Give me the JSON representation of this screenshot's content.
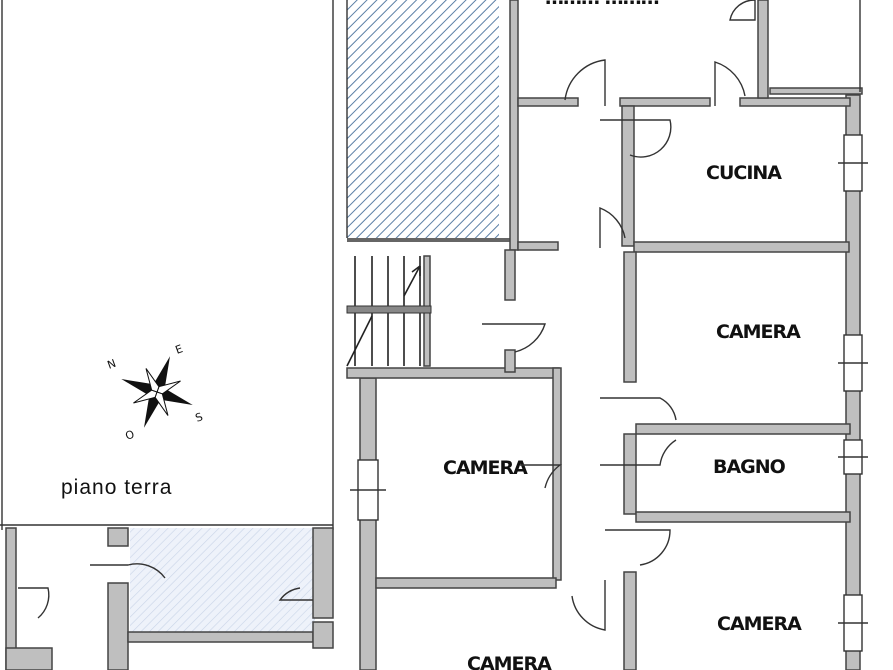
{
  "plan": {
    "caption": "piano terra",
    "rooms": {
      "cucina": "CUCINA",
      "camera_1": "CAMERA",
      "bagno": "BAGNO",
      "camera_2": "CAMERA",
      "camera_3": "CAMERA",
      "camera_4": "CAMERA",
      "top_partial": "……… ………"
    },
    "compass": {
      "n": "N",
      "e": "E",
      "s": "S",
      "o": "O"
    },
    "colors": {
      "wall": "#555555",
      "hatch": "#5b7fa6",
      "light_fill": "#e8eef8"
    }
  }
}
